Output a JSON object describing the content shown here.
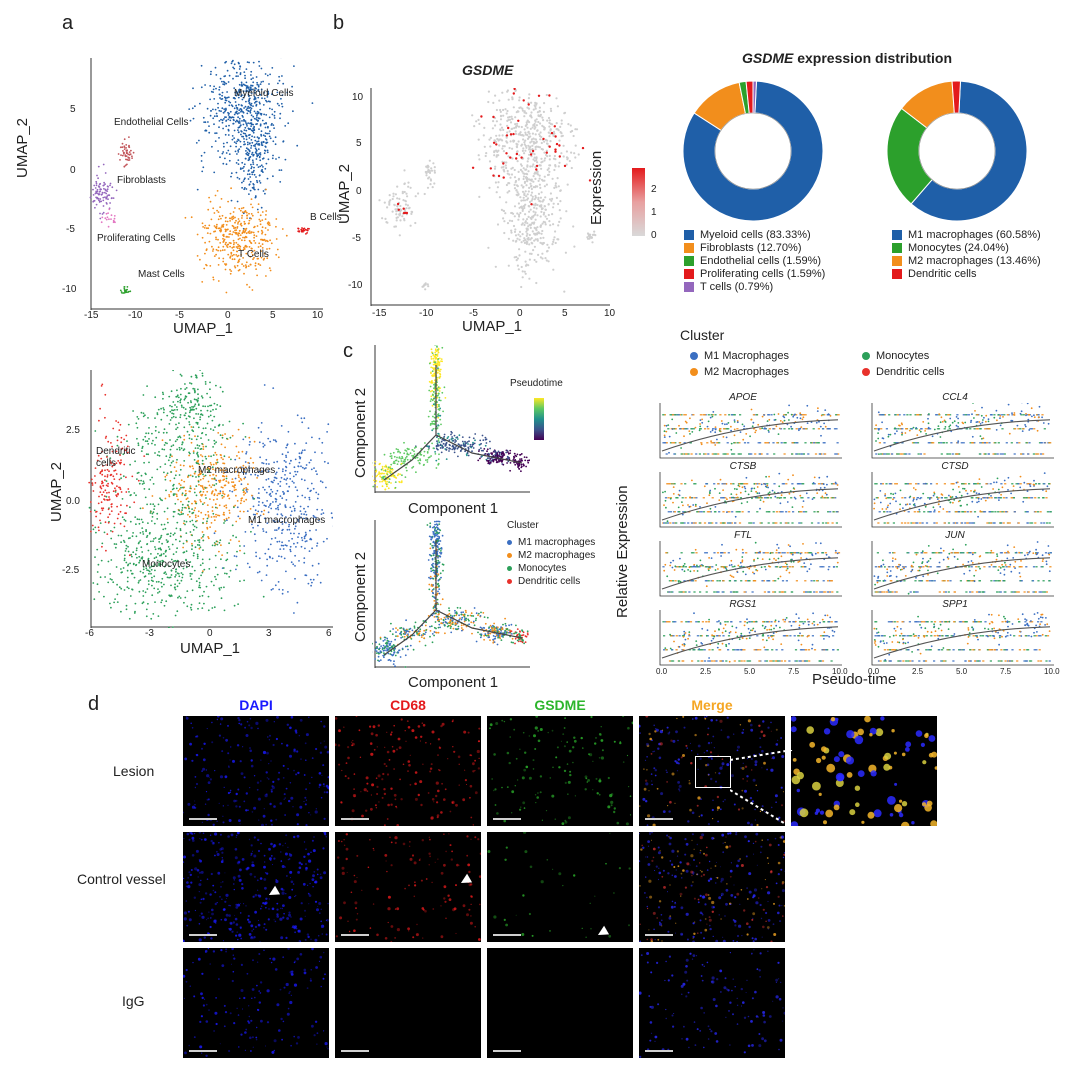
{
  "panels": {
    "a": "a",
    "b": "b",
    "c": "c",
    "d": "d"
  },
  "colors": {
    "myeloid": "#1f5fa8",
    "t_cells": "#f28e1c",
    "b_cells": "#e31a1c",
    "endothelial": "#c2555a",
    "fibroblasts": "#9467bd",
    "mast": "#2ca02c",
    "prolif": "#e377c2",
    "m1": "#3b6fc2",
    "m2": "#f28e1c",
    "mono": "#2ca05a",
    "dc": "#e8312b",
    "gray": "#cfcfcf",
    "expr_high": "#e41a1c"
  },
  "panel_a_top": {
    "xlabel": "UMAP_1",
    "ylabel": "UMAP_2",
    "xticks": [
      "-15",
      "-10",
      "-5",
      "0",
      "5",
      "10"
    ],
    "yticks": [
      "5",
      "0",
      "-5",
      "-10"
    ],
    "clusters": [
      "Myeloid Cells",
      "Endothelial Cells",
      "Fibroblasts",
      "Proliferating Cells",
      "T Cells",
      "Mast Cells",
      "B Cells"
    ]
  },
  "panel_a_bottom": {
    "xlabel": "UMAP_1",
    "ylabel": "UMAP_2",
    "xticks": [
      "-6",
      "-3",
      "0",
      "3",
      "6"
    ],
    "yticks": [
      "2.5",
      "0.0",
      "-2.5"
    ],
    "clusters": [
      "Dendritic cells",
      "M2 macrophages",
      "M1 macrophages",
      "Monocytes"
    ],
    "dendritic_line1": "Dendritic",
    "dendritic_line2": "cells"
  },
  "panel_b_umap": {
    "title": "GSDME",
    "xlabel": "UMAP_1",
    "ylabel": "UMAP_2",
    "xticks": [
      "-15",
      "-10",
      "-5",
      "0",
      "5",
      "10"
    ],
    "yticks": [
      "10",
      "5",
      "0",
      "-5",
      "-10"
    ],
    "colorbar_title": "Expression",
    "colorbar_ticks": [
      "2",
      "1",
      "0"
    ]
  },
  "chart_data": [
    {
      "type": "pie",
      "title": "GSDME expression distribution",
      "title_italic_part": "GSDME",
      "title_rest": " expression distribution",
      "labels": [
        "Myeloid cells (83.33%)",
        "Fibroblasts (12.70%)",
        "Endothelial cells (1.59%)",
        "Proliferating cells (1.59%)",
        "T cells (0.79%)"
      ],
      "values": [
        83.33,
        12.7,
        1.59,
        1.59,
        0.79
      ],
      "colors": [
        "#1f5fa8",
        "#f28e1c",
        "#2ca02c",
        "#e31a1c",
        "#9467bd"
      ]
    },
    {
      "type": "pie",
      "labels": [
        "M1 macrophages (60.58%)",
        "Monocytes (24.04%)",
        "M2 macrophages (13.46%)",
        "Dendritic cells"
      ],
      "values": [
        60.58,
        24.04,
        13.46,
        1.92
      ],
      "colors": [
        "#1f5fa8",
        "#2ca02c",
        "#f28e1c",
        "#e31a1c"
      ]
    }
  ],
  "panel_c": {
    "traj_top": {
      "xlabel": "Component 1",
      "ylabel": "Component 2",
      "legend_title": "Pseudotime"
    },
    "traj_bottom": {
      "xlabel": "Component 1",
      "ylabel": "Component 2",
      "legend_title": "Cluster",
      "legend": [
        "M1 macrophages",
        "M2 macrophages",
        "Monocytes",
        "Dendritic cells"
      ]
    },
    "cluster_title": "Cluster",
    "cluster_legend": [
      "M1 Macrophages",
      "M2 Macrophages",
      "Monocytes",
      "Dendritic cells"
    ],
    "ylabel": "Relative Expression",
    "xlabel": "Pseudo-time",
    "genes": [
      "APOE",
      "CCL4",
      "CTSB",
      "CTSD",
      "FTL",
      "JUN",
      "RGS1",
      "SPP1"
    ],
    "xticks": [
      "0.0",
      "2.5",
      "5.0",
      "7.5",
      "10.0"
    ]
  },
  "panel_d": {
    "columns": [
      "DAPI",
      "CD68",
      "GSDME",
      "Merge"
    ],
    "column_colors": [
      "#1a1aff",
      "#e41a1c",
      "#2cb52c",
      "#f5a623"
    ],
    "rows": [
      "Lesion",
      "Control vessel",
      "IgG"
    ]
  }
}
